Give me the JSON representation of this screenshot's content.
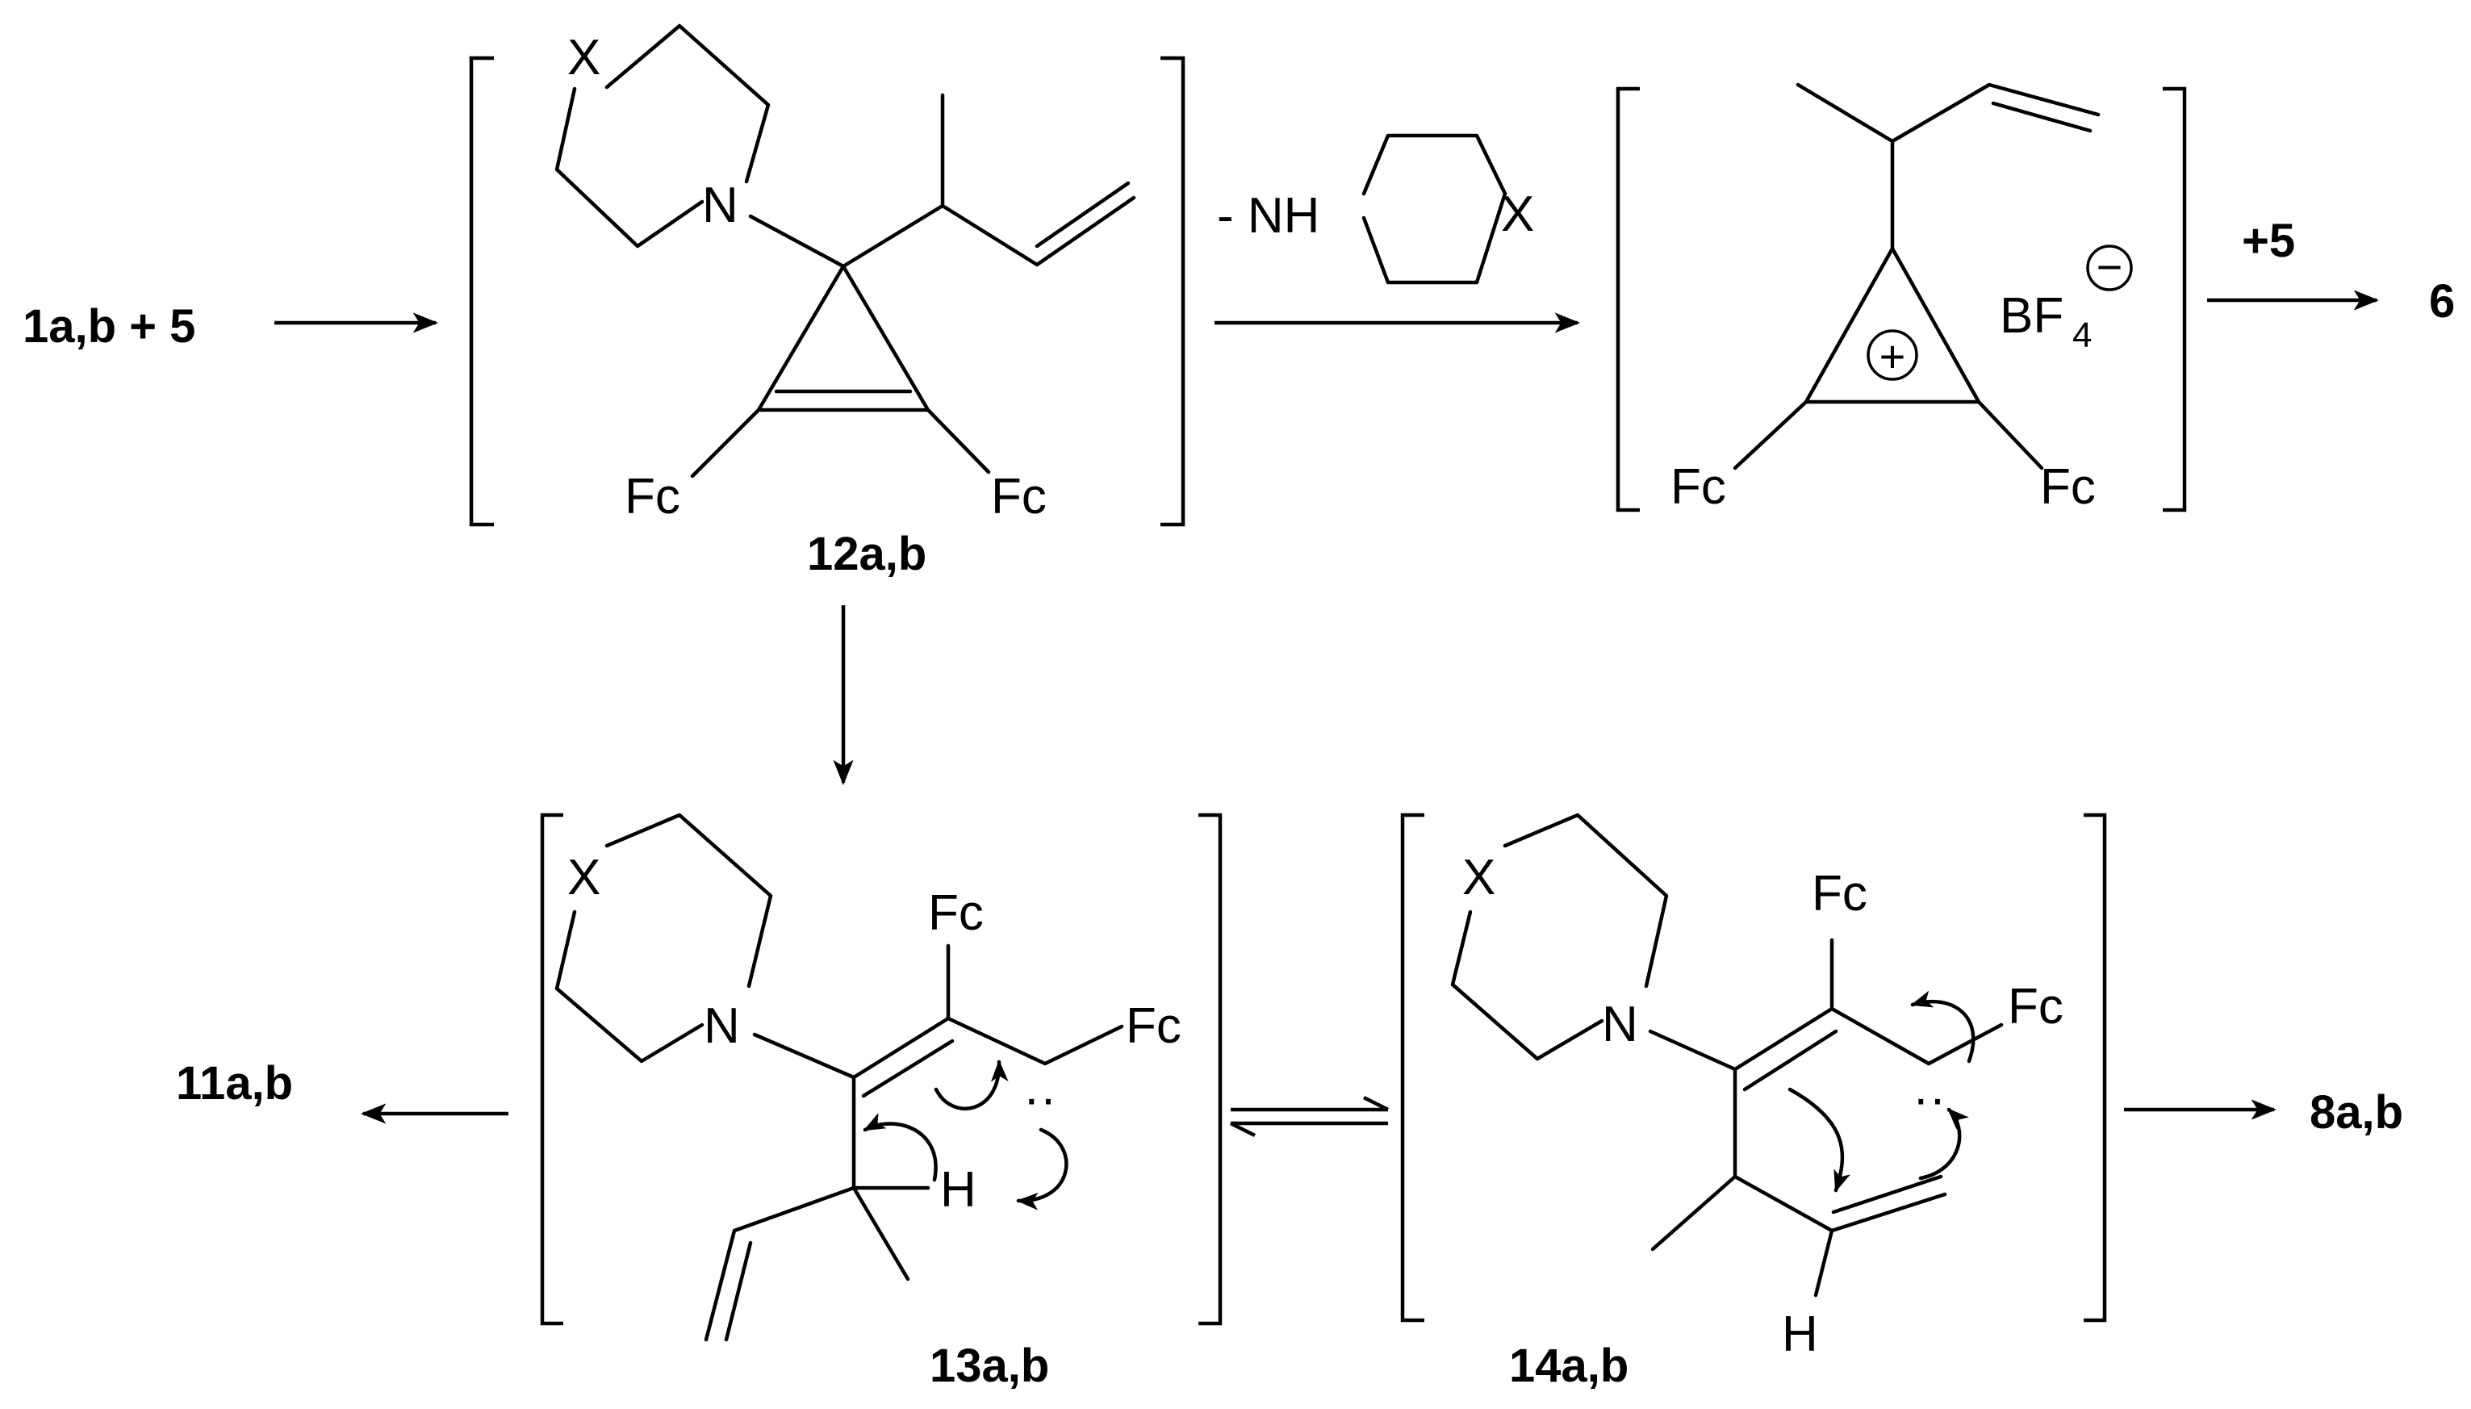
{
  "reactants_label": "1a,b + 5",
  "reagent_label": "- NH",
  "reagent_ring_atom": "X",
  "plus_label": "+5",
  "product_6_label": "6",
  "intermediate_12": {
    "label": "12a,b",
    "ring_x": "X",
    "ring_n": "N",
    "fc_left": "Fc",
    "fc_right": "Fc"
  },
  "cation": {
    "counterion_main": "BF",
    "counterion_subscript": "4",
    "anion_charge": "−",
    "cation_charge": "+",
    "fc_left": "Fc",
    "fc_right": "Fc"
  },
  "intermediate_13": {
    "label": "13a,b",
    "ring_x": "X",
    "ring_n": "N",
    "fc_top": "Fc",
    "fc_right": "Fc",
    "h_atom": "H",
    "lone_pair": "··"
  },
  "intermediate_14": {
    "label": "14a,b",
    "ring_x": "X",
    "ring_n": "N",
    "fc_top": "Fc",
    "fc_right": "Fc",
    "h_atom": "H",
    "lone_pair": "··"
  },
  "product_11_label": "11a,b",
  "product_8_label": "8a,b"
}
